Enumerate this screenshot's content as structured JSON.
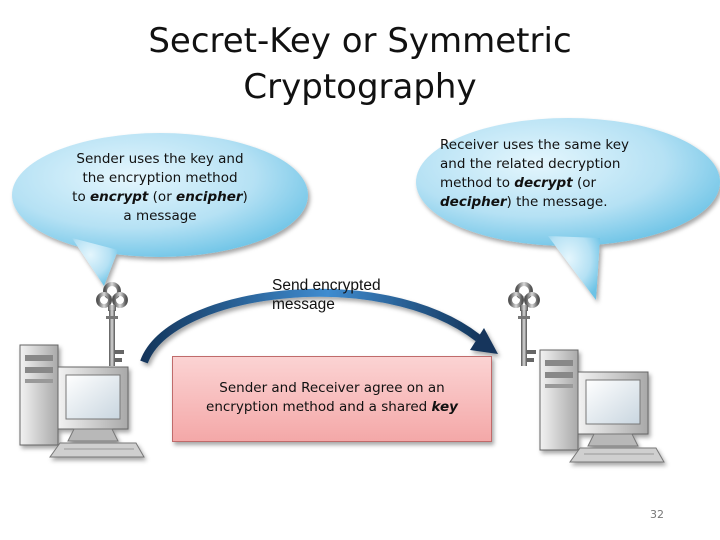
{
  "title": {
    "line1": "Secret-Key or Symmetric",
    "line2": "Cryptography"
  },
  "sender_bubble": {
    "line1": "Sender uses the key and",
    "line2": "the encryption method",
    "line3_pre": "to ",
    "line3_em1": "encrypt",
    "line3_mid": " (or ",
    "line3_em2": "encipher",
    "line3_post": ")",
    "line4": "a message"
  },
  "receiver_bubble": {
    "line1": "Receiver uses the same key",
    "line2": "and the related decryption",
    "line3_pre": "method to ",
    "line3_em": "decrypt",
    "line3_post": " (or",
    "line4_em": "decipher",
    "line4_post": ") the message."
  },
  "send_label": {
    "line1": "Send encrypted",
    "line2": "message"
  },
  "agreement": {
    "line1": "Sender and Receiver agree on an",
    "line2_pre": "encryption method and a shared ",
    "line2_em": "key"
  },
  "page_number": "32",
  "colors": {
    "bubble_light": "#d6f0fb",
    "bubble_dark": "#6cc3e6",
    "box_top": "#fbd3d3",
    "box_bottom": "#f4a8a8",
    "arrow_light": "#3f8cd0",
    "arrow_dark": "#14365c"
  },
  "icons": [
    "computer-icon",
    "key-icon",
    "arrow-icon"
  ]
}
